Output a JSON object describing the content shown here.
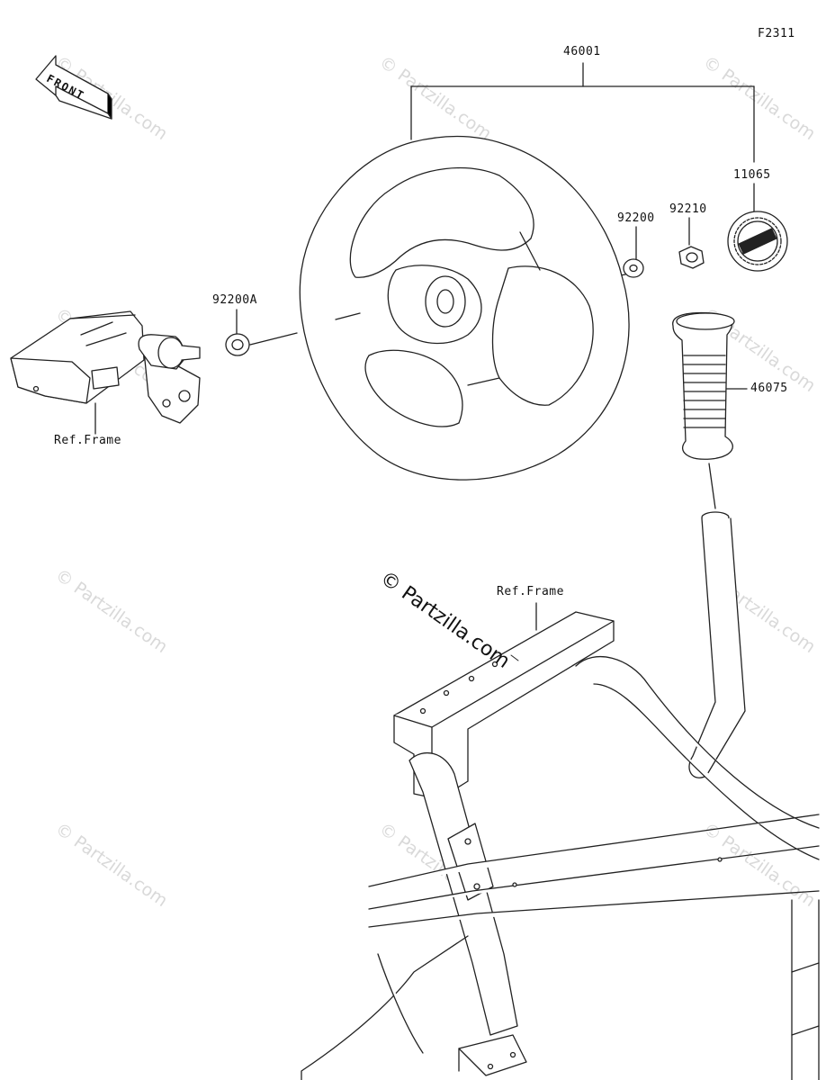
{
  "diagram": {
    "code": "F2311",
    "front_label": "FRONT",
    "watermark": "© Partzilla.com",
    "stroke_color": "#222222",
    "fill_color": "#ffffff",
    "parts": [
      {
        "number": "46001"
      },
      {
        "number": "11065"
      },
      {
        "number": "92210"
      },
      {
        "number": "92200"
      },
      {
        "number": "92200A"
      },
      {
        "number": "46075"
      }
    ],
    "references": [
      {
        "label": "Ref.Frame"
      },
      {
        "label": "Ref.Frame"
      }
    ]
  }
}
